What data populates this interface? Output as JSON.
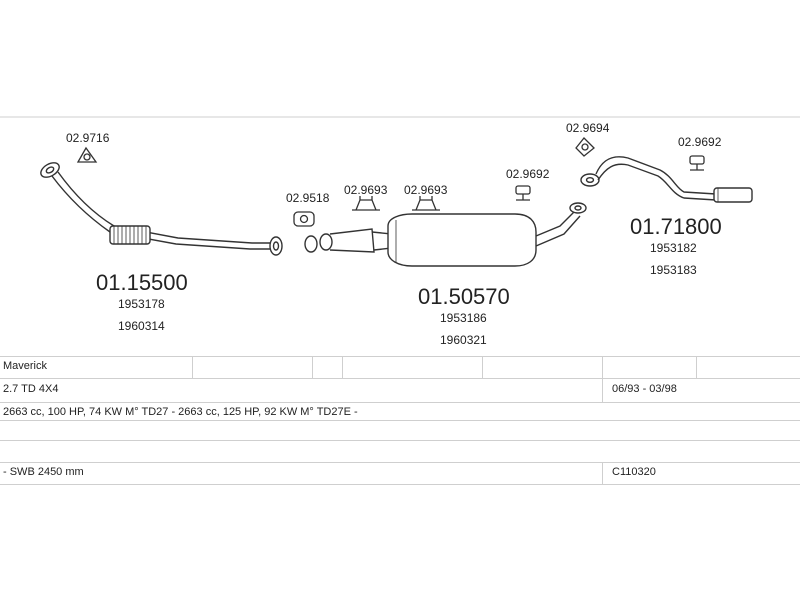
{
  "colors": {
    "line": "#333333",
    "text": "#222222",
    "rule": "#cfcfcf"
  },
  "parts": {
    "front_pipe": {
      "code": "01.15500",
      "refs": [
        "1953178",
        "1960314"
      ]
    },
    "middle_silencer": {
      "code": "01.50570",
      "refs": [
        "1953186",
        "1960321"
      ]
    },
    "rear_pipe": {
      "code": "01.71800",
      "refs": [
        "1953182",
        "1953183"
      ]
    }
  },
  "fittings": {
    "f9716": "02.9716",
    "f9518": "02.9518",
    "f9693a": "02.9693",
    "f9693b": "02.9693",
    "f9692a": "02.9692",
    "f9694": "02.9694",
    "f9692b": "02.9692"
  },
  "table": {
    "model": "Maverick",
    "engine": "2.7 TD 4X4",
    "years": "06/93 - 03/98",
    "specs": "2663 cc, 100 HP, 74 KW M° TD27 - 2663 cc, 125 HP, 92 KW M° TD27E -",
    "wheelbase": "- SWB 2450 mm",
    "catalog_code": "C110320"
  }
}
